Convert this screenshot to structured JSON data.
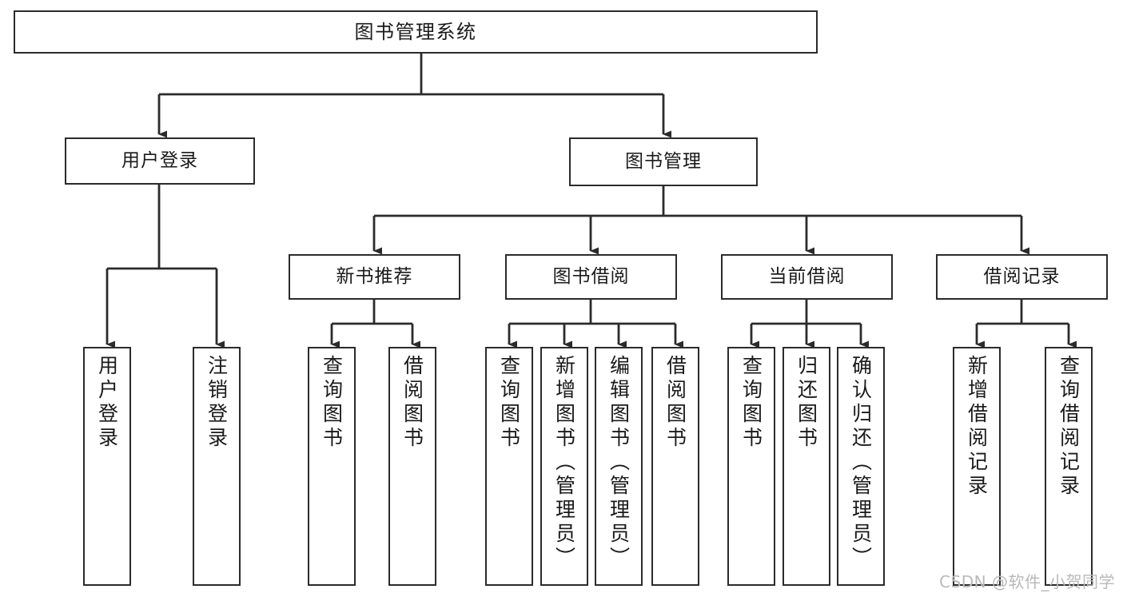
{
  "diagram": {
    "title": "图书管理系统",
    "type": "tree",
    "watermark": "CSDN @软件_小贺同学",
    "colors": {
      "stroke": "#2b2b2b",
      "fill": "#ffffff",
      "text": "#1a1a1a",
      "watermark": "#b9b9b9",
      "background": "#ffffff"
    },
    "nodes": {
      "root": {
        "label": "图书管理系统"
      },
      "level2": [
        {
          "label": "用户登录"
        },
        {
          "label": "图书管理"
        }
      ],
      "level3": [
        {
          "label": "新书推荐"
        },
        {
          "label": "图书借阅"
        },
        {
          "label": "当前借阅"
        },
        {
          "label": "借阅记录"
        }
      ],
      "leaves": {
        "user_login": [
          {
            "label": "用户登录"
          },
          {
            "label": "注销登录"
          }
        ],
        "new_book": [
          {
            "label": "查询图书"
          },
          {
            "label": "借阅图书"
          }
        ],
        "book_borrow": [
          {
            "label": "查询图书"
          },
          {
            "label": "新增图书（管理员）"
          },
          {
            "label": "编辑图书（管理员）"
          },
          {
            "label": "借阅图书"
          }
        ],
        "current_borrow": [
          {
            "label": "查询图书"
          },
          {
            "label": "归还图书"
          },
          {
            "label": "确认归还（管理员）"
          }
        ],
        "borrow_record": [
          {
            "label": "新增借阅记录"
          },
          {
            "label": "查询借阅记录"
          }
        ]
      }
    }
  }
}
